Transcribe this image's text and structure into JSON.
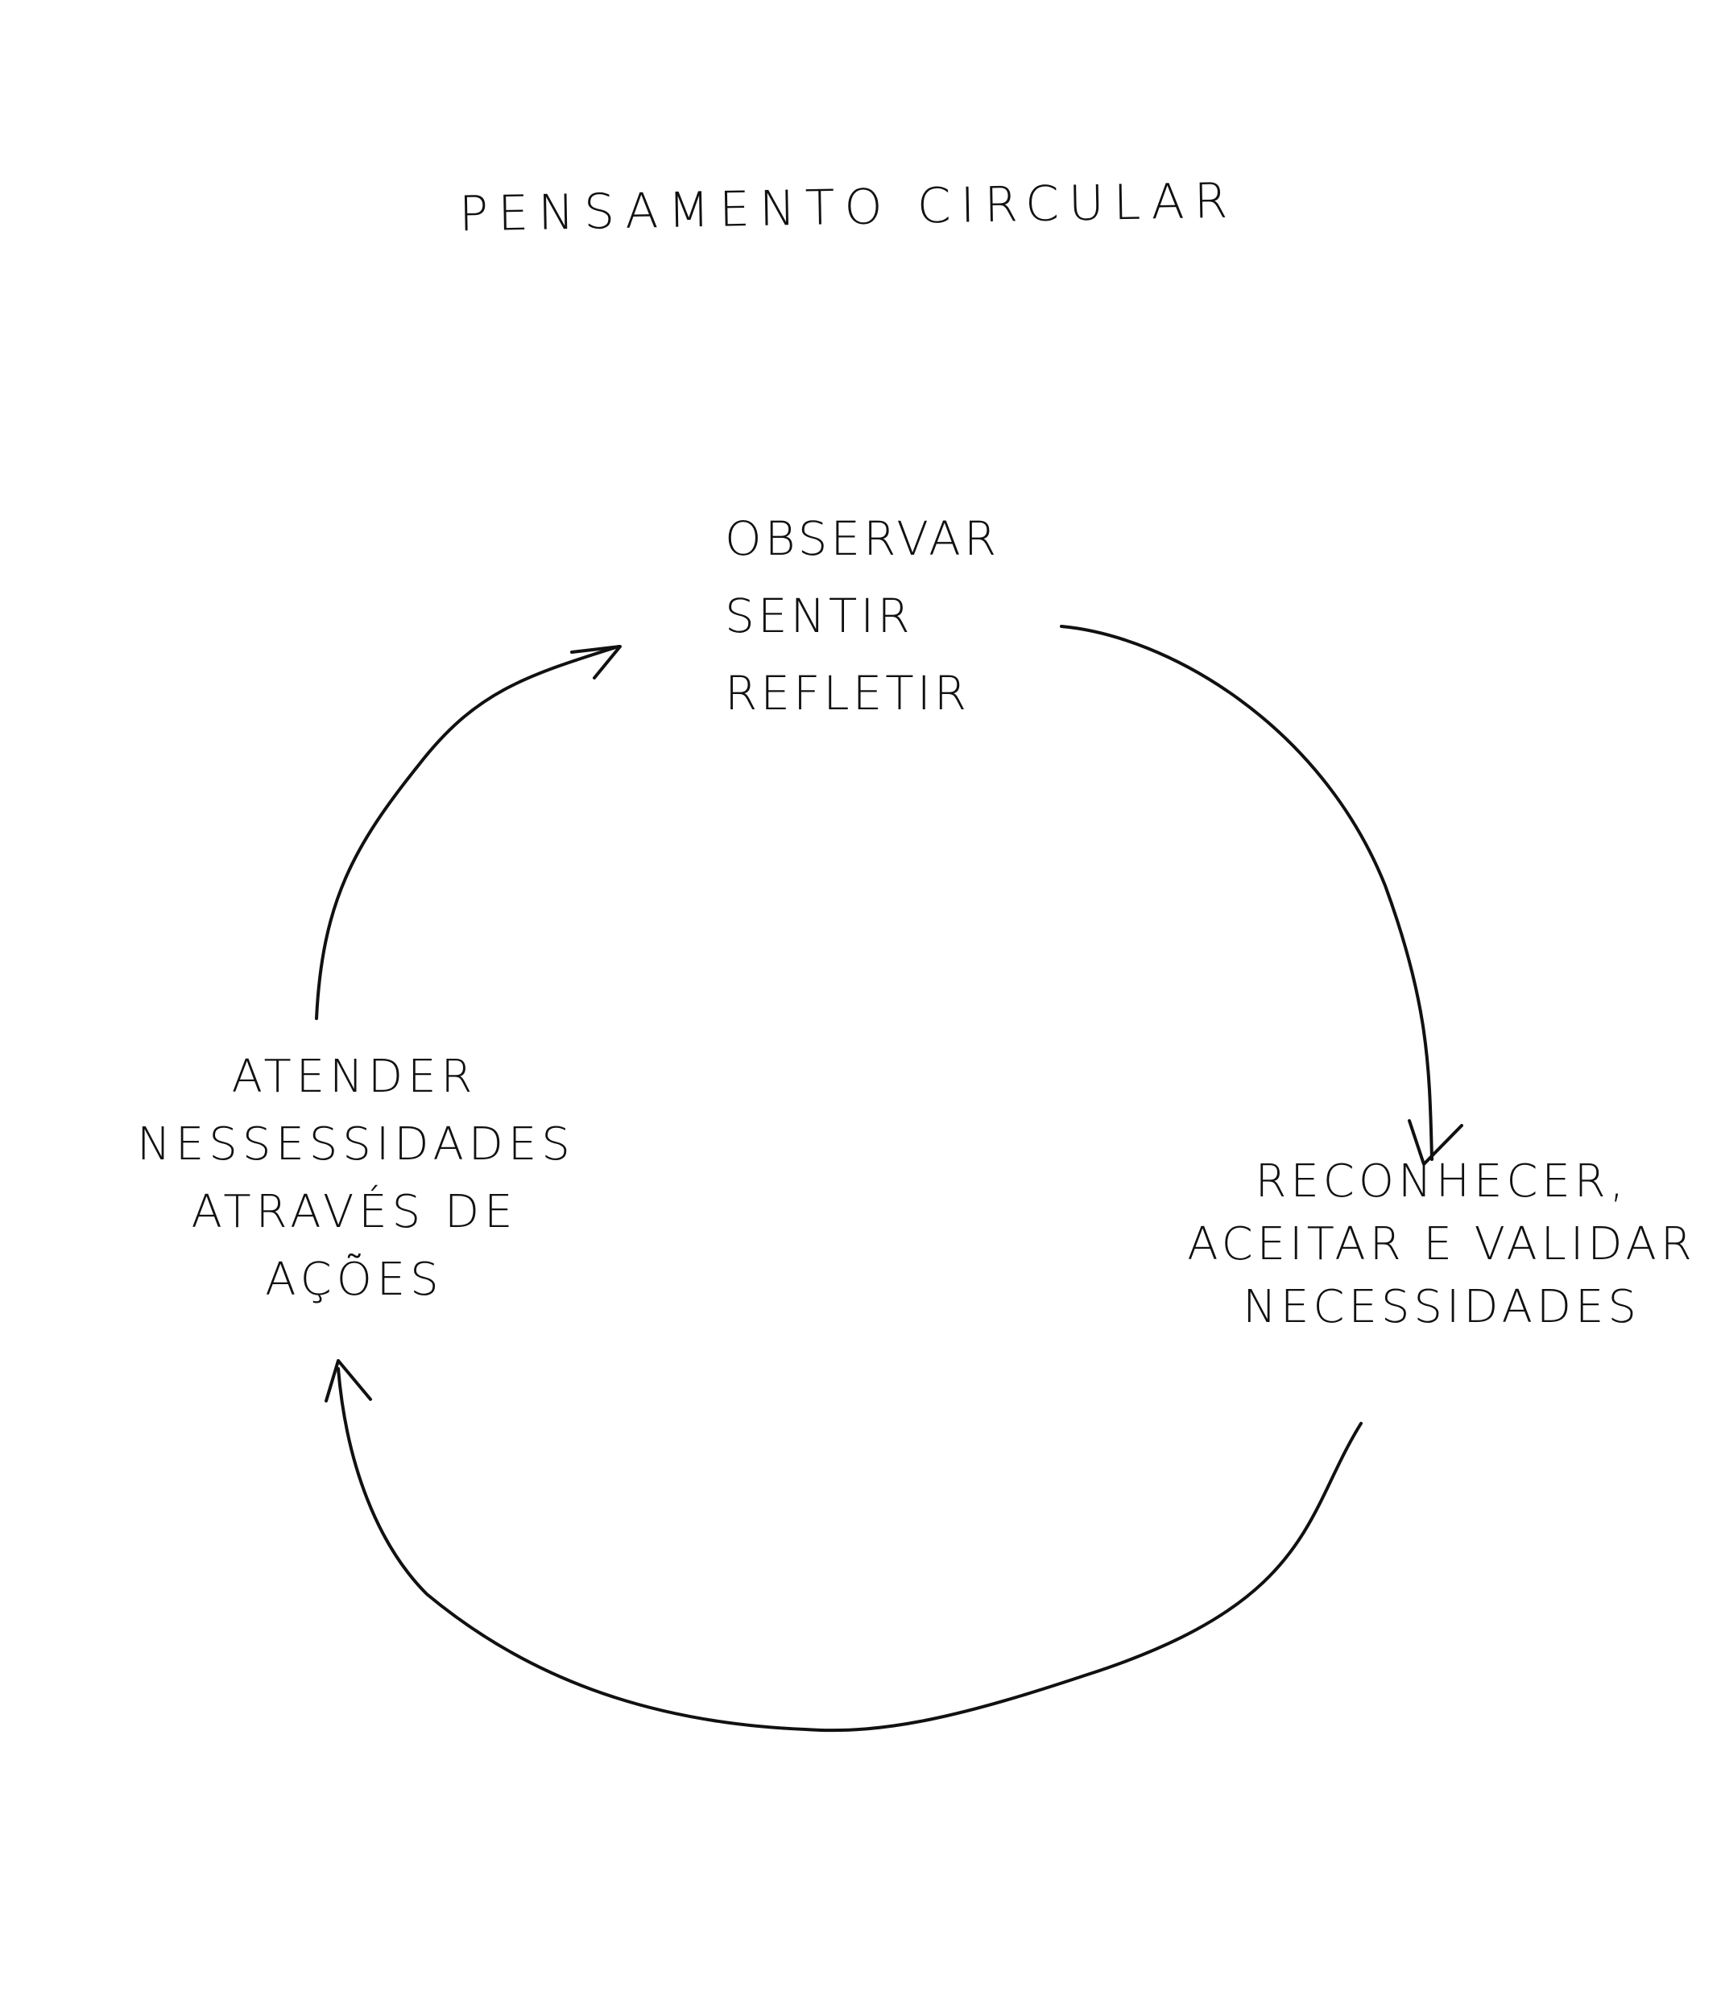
{
  "title": "PENSAMENTO CIRCULAR",
  "nodes": {
    "top": {
      "lines": [
        "OBSERVAR",
        "SENTIR",
        "REFLETIR"
      ]
    },
    "right": {
      "lines": [
        "RECONHECER,",
        "ACEITAR E VALIDAR",
        "NECESSIDADES"
      ]
    },
    "left": {
      "lines": [
        "ATENDER",
        "NESSESSIDADES",
        "ATRAVÉS DE",
        "AÇÕES"
      ]
    }
  },
  "arrows": [
    {
      "from": "top",
      "to": "right"
    },
    {
      "from": "right",
      "to": "left"
    },
    {
      "from": "left",
      "to": "top"
    }
  ]
}
